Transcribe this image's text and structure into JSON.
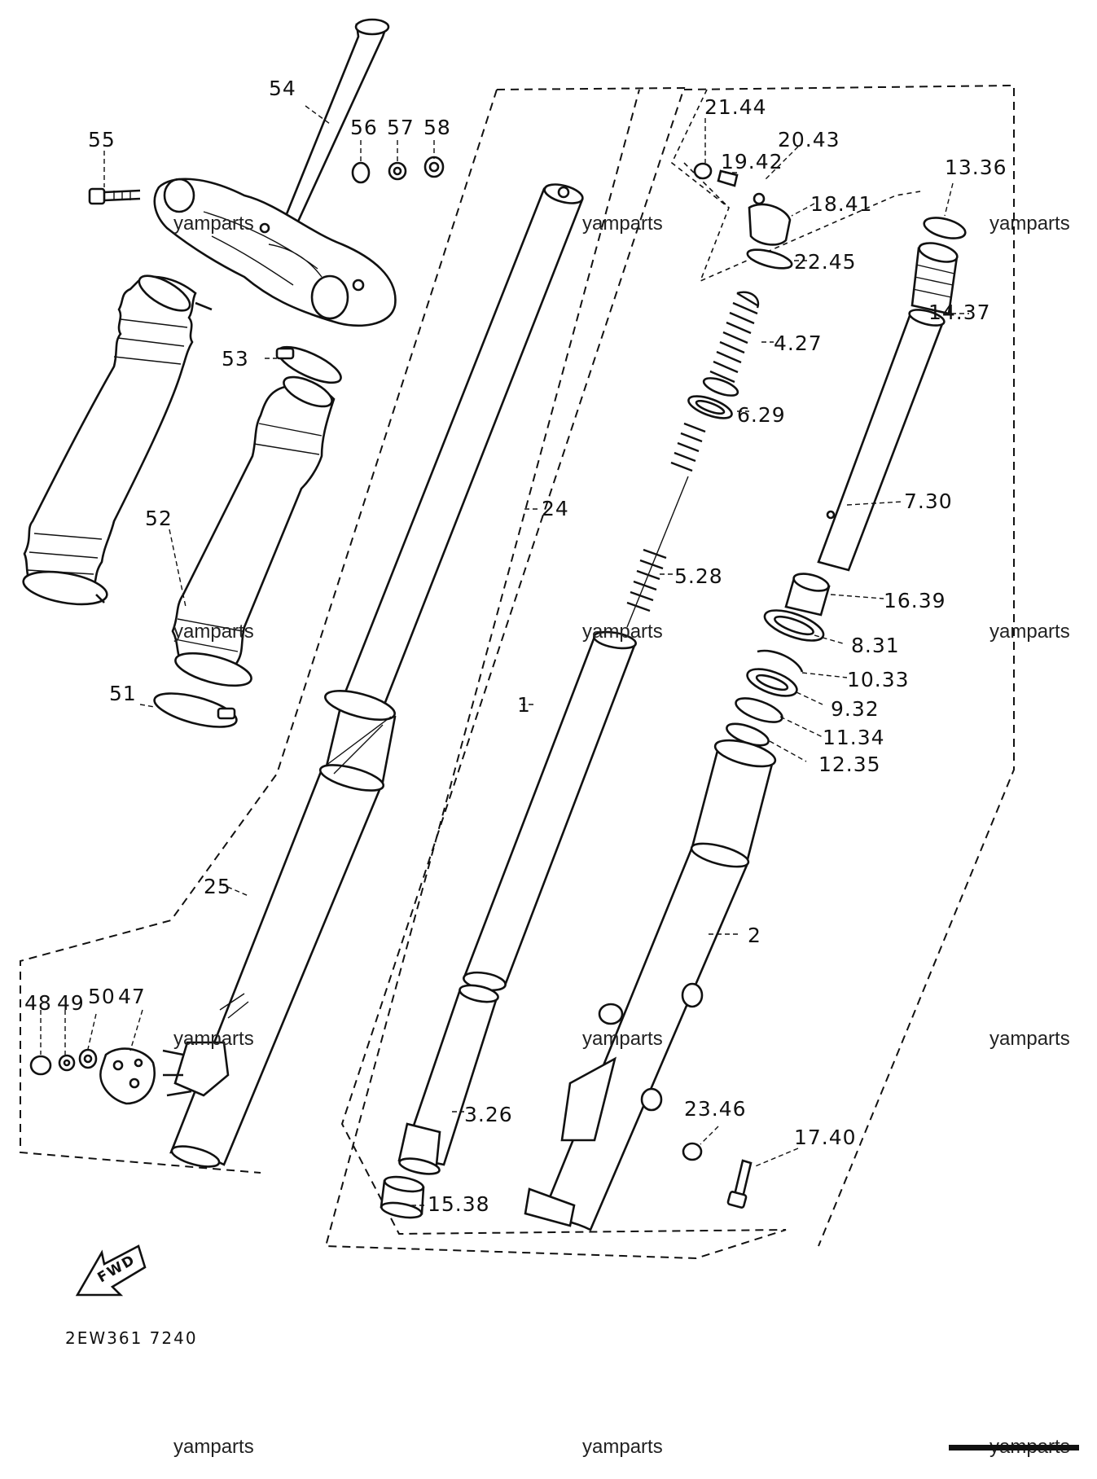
{
  "diagram": {
    "callouts": [
      "54",
      "55",
      "56",
      "57",
      "58",
      "53",
      "52",
      "51",
      "24",
      "25",
      "1",
      "48",
      "49",
      "50",
      "47",
      "21.44",
      "20.43",
      "19.42",
      "18.41",
      "22.45",
      "4.27",
      "6.29",
      "5.28",
      "3.26",
      "15.38",
      "13.36",
      "14.37",
      "7.30",
      "16.39",
      "8.31",
      "10.33",
      "9.32",
      "11.34",
      "12.35",
      "2",
      "23.46",
      "17.40"
    ],
    "watermark": "yamparts",
    "arrow_label": "FWD",
    "diagram_code": "2EW361 7240"
  }
}
